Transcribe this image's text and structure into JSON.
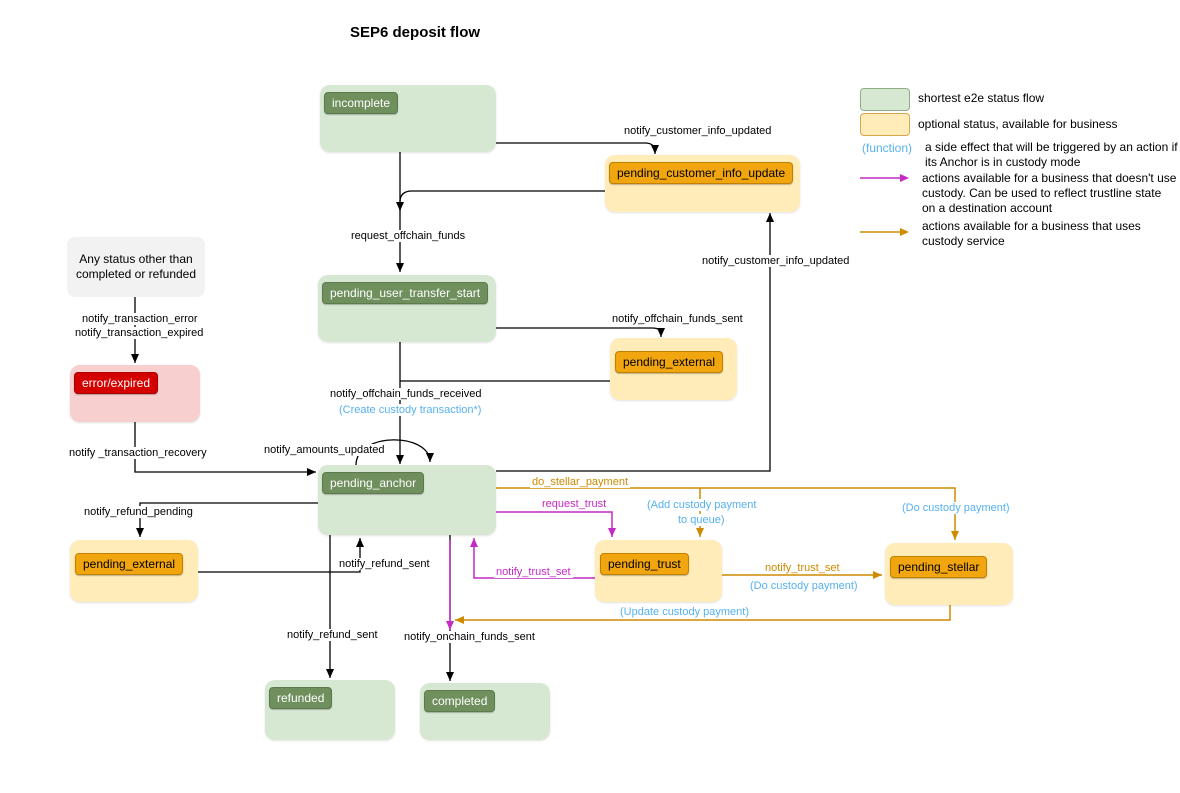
{
  "title": "SEP6 deposit flow",
  "legend": {
    "green_swatch": "shortest e2e status flow",
    "yellow_swatch": "optional status, available for business",
    "function_token": "(function)",
    "function_desc": "a side effect that will be triggered by an action if its Anchor is in custody mode",
    "magenta_desc": "actions available for a business that doesn't use custody. Can be used to reflect trustline state on a destination account",
    "orange_desc": "actions available for a business that uses custody service"
  },
  "nodes": {
    "incomplete": "incomplete",
    "pending_customer_info_update": "pending_customer_info_update",
    "pending_user_transfer_start": "pending_user_transfer_start",
    "pending_external_right": "pending_external",
    "any_status": "Any status other than completed or refunded",
    "error_expired": "error/expired",
    "pending_anchor": "pending_anchor",
    "pending_external_left": "pending_external",
    "pending_trust": "pending_trust",
    "pending_stellar": "pending_stellar",
    "refunded": "refunded",
    "completed": "completed"
  },
  "edges": {
    "notify_customer_info_updated_top": "notify_customer_info_updated",
    "request_offchain_funds": "request_offchain_funds",
    "notify_offchain_funds_sent": "notify_offchain_funds_sent",
    "notify_customer_info_updated_right": "notify_customer_info_updated",
    "notify_offchain_funds_received": "notify_offchain_funds_received",
    "create_custody_transaction": "(Create custody transaction*)",
    "notify_amounts_updated": "notify_amounts_updated",
    "notify_transaction_error": "notify_transaction_error",
    "notify_transaction_expired": "notify_transaction_expired",
    "notify_transaction_recovery": "notify _transaction_recovery",
    "notify_refund_pending": "notify_refund_pending",
    "notify_refund_sent_return": "notify_refund_sent",
    "notify_refund_sent_down": "notify_refund_sent",
    "notify_onchain_funds_sent": "notify_onchain_funds_sent",
    "request_trust": "request_trust",
    "notify_trust_set_magenta": "notify_trust_set",
    "do_stellar_payment": "do_stellar_payment",
    "notify_trust_set_orange": "notify_trust_set",
    "do_custody_payment_mid": "(Do custody payment)",
    "do_custody_payment_right": "(Do custody payment)",
    "add_custody_payment_line1": "(Add custody payment",
    "add_custody_payment_line2": "to queue)",
    "update_custody_payment": "(Update custody payment)"
  },
  "colors": {
    "green_fill": "#d7e8d2",
    "green_chip": "#6f8f5d",
    "yellow_fill": "#ffecb8",
    "yellow_chip": "#f1a50f",
    "red_fill": "#f7cfcf",
    "red_chip": "#d40000",
    "magenta_arrow": "#c42ac4",
    "orange_arrow": "#cf8a00",
    "function_blue": "#56b1f0"
  }
}
